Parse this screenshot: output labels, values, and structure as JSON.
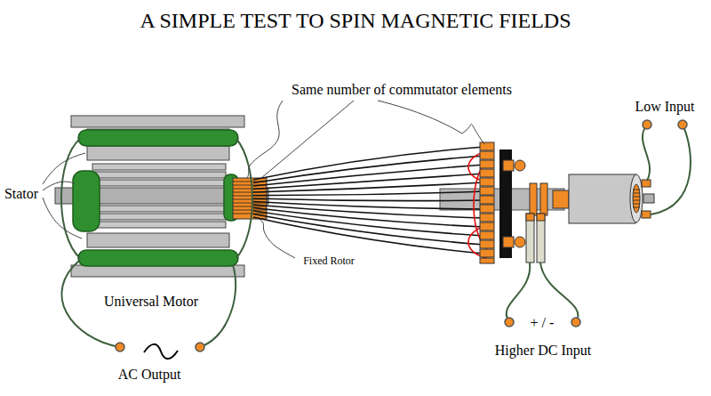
{
  "diagram": {
    "title": "A SIMPLE TEST TO SPIN MAGNETIC FIELDS",
    "labels": [
      "Same number of commutator elements",
      "Low Input",
      "Stator",
      "Fixed Rotor",
      "Universal Motor",
      "AC Output",
      "+ / -",
      "Higher DC Input"
    ]
  }
}
